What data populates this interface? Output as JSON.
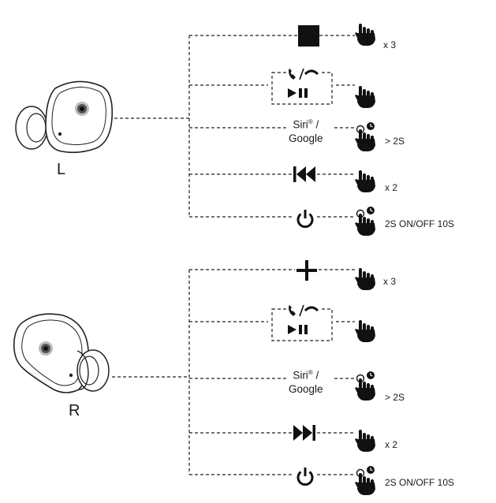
{
  "left": {
    "side_label": "L",
    "rows": [
      {
        "icon": "stop-square-icon",
        "count": "x 3"
      },
      {
        "icon": "call-play-pause-icon",
        "count": ""
      },
      {
        "icon": "siri-google",
        "count": "> 2S"
      },
      {
        "icon": "previous-track-icon",
        "count": "x 2"
      },
      {
        "icon": "power-icon",
        "count": "2S ON/OFF 10S"
      }
    ]
  },
  "right": {
    "side_label": "R",
    "rows": [
      {
        "icon": "plus-icon",
        "count": "x 3"
      },
      {
        "icon": "call-play-pause-icon",
        "count": ""
      },
      {
        "icon": "siri-google",
        "count": "> 2S"
      },
      {
        "icon": "next-track-icon",
        "count": "x 2"
      },
      {
        "icon": "power-icon",
        "count": "2S ON/OFF 10S"
      }
    ]
  },
  "voice_assistant": {
    "line1": "Siri",
    "mark": "®",
    "slash": " /",
    "line2": "Google"
  }
}
